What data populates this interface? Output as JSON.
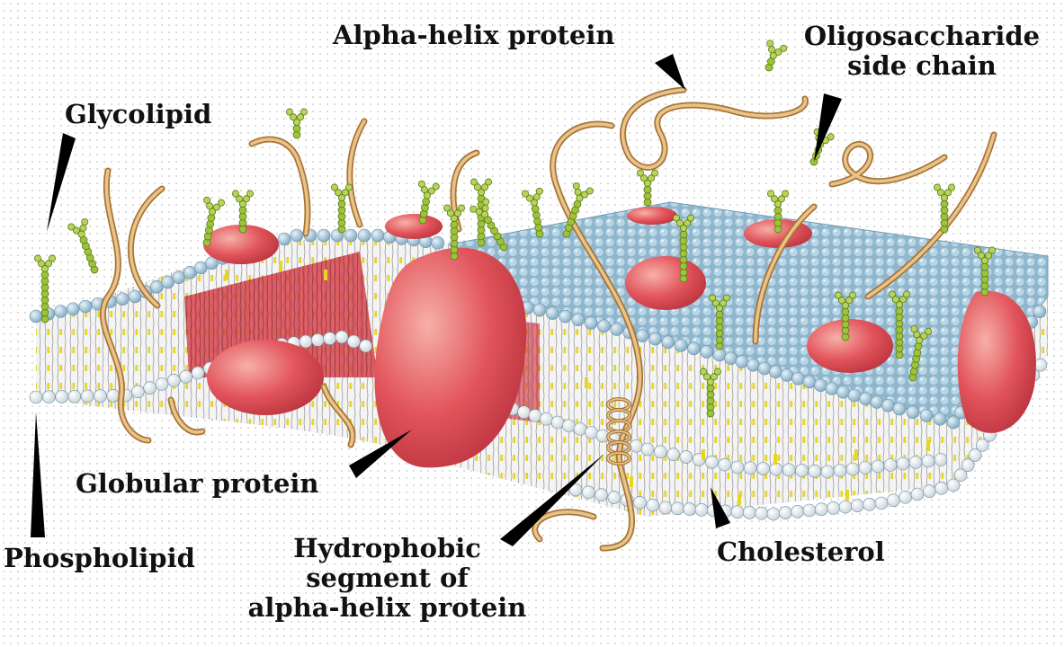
{
  "labels": {
    "alpha_helix_protein": "Alpha-helix protein",
    "oligosaccharide_line1": "Oligosaccharide",
    "oligosaccharide_line2": "side chain",
    "glycolipid": "Glycolipid",
    "globular_protein": "Globular protein",
    "hydrophobic_line1": "Hydrophobic",
    "hydrophobic_line2": "segment of",
    "hydrophobic_line3": "alpha-helix protein",
    "phospholipid": "Phospholipid",
    "cholesterol": "Cholesterol"
  },
  "colors": {
    "phospholipid_head": "#9cc3d8",
    "phospholipid_head_inner": "#ffffff",
    "lipid_tail": "#bdbdbd",
    "cholesterol": "#e7d51f",
    "protein": "#e2545b",
    "protein_dark": "#b8323d",
    "helix_strand": "#d9a866",
    "oligosaccharide": "#9dc23c",
    "pointer": "#000000"
  }
}
